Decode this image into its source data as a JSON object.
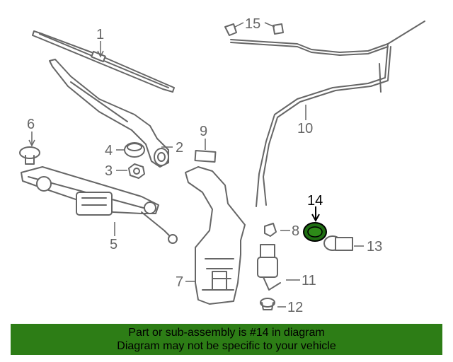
{
  "callouts": [
    "1",
    "2",
    "3",
    "4",
    "5",
    "6",
    "7",
    "8",
    "9",
    "10",
    "11",
    "12",
    "13",
    "14",
    "15"
  ],
  "highlighted_callout": "14",
  "banner": {
    "line1": "Part or sub-assembly is #14 in diagram",
    "line2": "Diagram may not be specific to your vehicle",
    "color": "#2d7d16"
  },
  "colors": {
    "line_art": "#666666",
    "highlight_part": "#1f6e12",
    "highlight_label": "#000000"
  }
}
